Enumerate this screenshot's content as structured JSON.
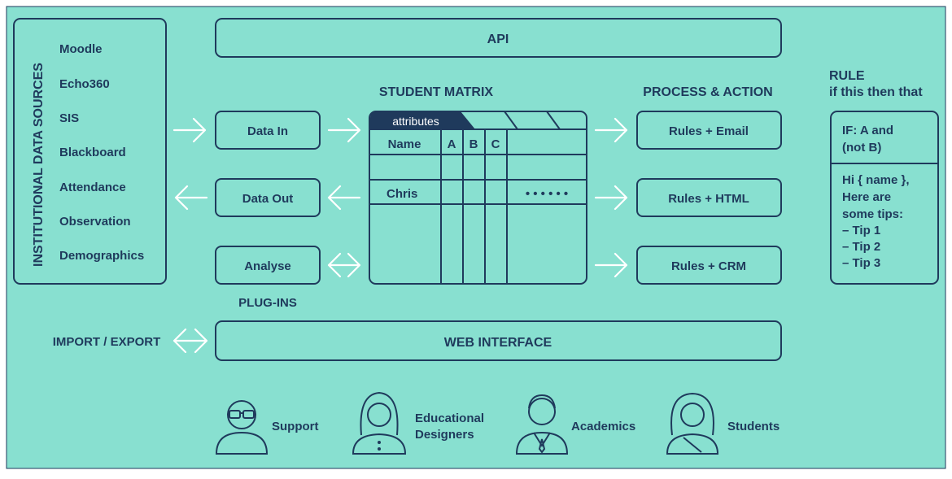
{
  "colors": {
    "background": "#88e0d0",
    "ink": "#1f3a5c",
    "arrow": "#ffffff",
    "tab": "#1f3a5c"
  },
  "sources": {
    "title": "INSTITUTIONAL DATA SOURCES",
    "items": [
      "Moodle",
      "Echo360",
      "SIS",
      "Blackboard",
      "Attendance",
      "Observation",
      "Demographics"
    ]
  },
  "api": {
    "label": "API"
  },
  "plugins": {
    "data_in": "Data In",
    "data_out": "Data Out",
    "analyse": "Analyse",
    "caption": "PLUG-INS"
  },
  "matrix": {
    "title": "STUDENT MATRIX",
    "tab_label": "attributes",
    "headers": [
      "Name",
      "A",
      "B",
      "C"
    ],
    "row_name": "Chris",
    "ellipsis": "• • • • • •"
  },
  "process": {
    "title": "PROCESS & ACTION",
    "items": [
      "Rules + Email",
      "Rules + HTML",
      "Rules + CRM"
    ]
  },
  "rule": {
    "title": "RULE",
    "subtitle": "if this then that",
    "condition": [
      "IF: A and",
      "(not B)"
    ],
    "body": [
      "Hi { name },",
      "Here are",
      "some tips:",
      "– Tip 1",
      "– Tip 2",
      "– Tip 3"
    ]
  },
  "import_export": {
    "label": "IMPORT / EXPORT"
  },
  "web": {
    "label": "WEB INTERFACE"
  },
  "users": {
    "support": "Support",
    "designers": [
      "Educational",
      "Designers"
    ],
    "academics": "Academics",
    "students": "Students"
  }
}
